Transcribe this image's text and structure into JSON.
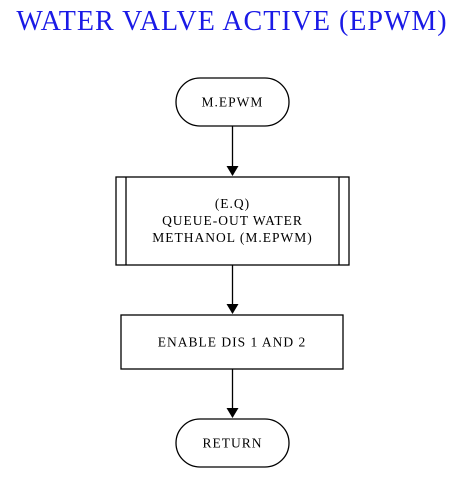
{
  "title": "WATER VALVE ACTIVE (EPWM)",
  "colors": {
    "title": "#1a1ae6",
    "stroke": "#000000",
    "fill": "#ffffff"
  },
  "nodes": {
    "start": "M.EPWM",
    "subroutine": [
      "(E.Q)",
      "QUEUE-OUT WATER",
      "METHANOL (M.EPWM)"
    ],
    "process": "ENABLE DIS 1 AND 2",
    "end": "RETURN"
  }
}
